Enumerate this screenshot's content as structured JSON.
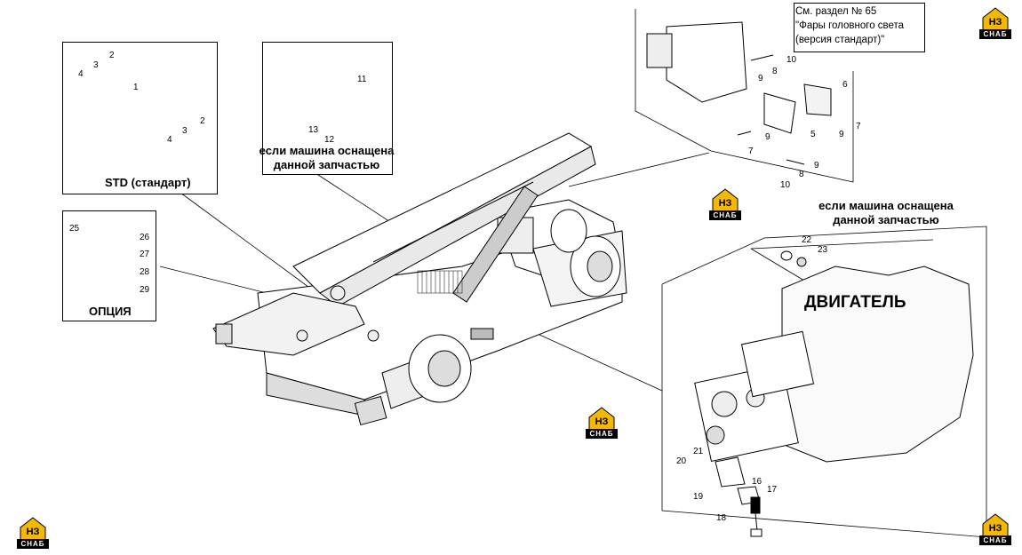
{
  "logo": {
    "letters": "НЗ",
    "caption": "СНАБ",
    "color": "#f5b800"
  },
  "std_box": {
    "caption": "STD (стандарт)",
    "callouts": [
      "1",
      "2",
      "3",
      "4",
      "2",
      "3",
      "4"
    ]
  },
  "option_box": {
    "caption": "ОПЦИЯ",
    "callouts": [
      "25",
      "26",
      "27",
      "28",
      "29"
    ]
  },
  "radiator_box": {
    "caption": "если машина оснащена\nданной запчастью",
    "callouts": [
      "11",
      "12",
      "13"
    ]
  },
  "headlight_box": {
    "reference": "См. раздел № 65\n\"Фары головного света\n(версия стандарт)\"",
    "callouts": [
      "10",
      "8",
      "9",
      "6",
      "7",
      "9",
      "5",
      "9",
      "7",
      "9",
      "8",
      "10"
    ]
  },
  "engine_box": {
    "title": "ДВИГАТЕЛЬ",
    "option_note": "если машина оснащена\nданной запчастью",
    "callouts": [
      "22",
      "23",
      "21",
      "20",
      "16",
      "17",
      "19",
      "18"
    ]
  }
}
